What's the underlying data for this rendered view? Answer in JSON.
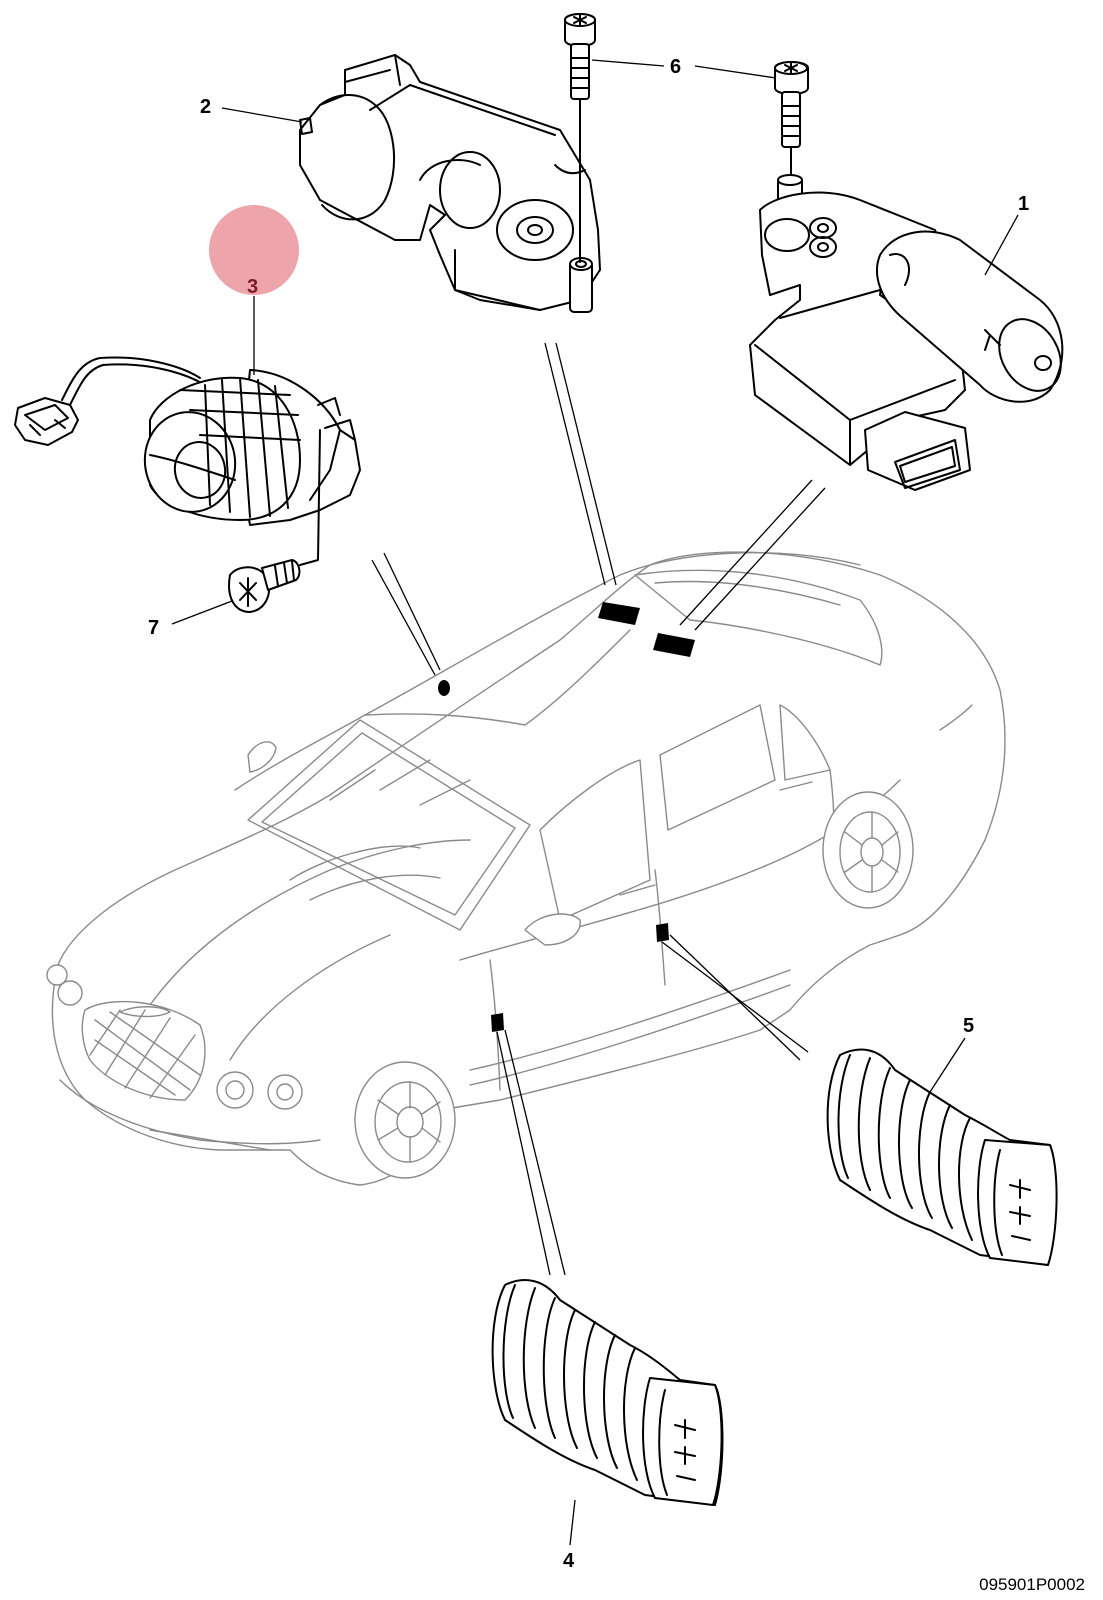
{
  "diagram": {
    "drawing_number": "095901P0002",
    "highlighted_callout": "3",
    "highlight_color": "#e88a92",
    "callouts": [
      {
        "id": "1",
        "label": "1"
      },
      {
        "id": "2",
        "label": "2"
      },
      {
        "id": "3",
        "label": "3"
      },
      {
        "id": "4",
        "label": "4"
      },
      {
        "id": "5",
        "label": "5"
      },
      {
        "id": "6",
        "label": "6"
      },
      {
        "id": "7",
        "label": "7"
      }
    ]
  }
}
